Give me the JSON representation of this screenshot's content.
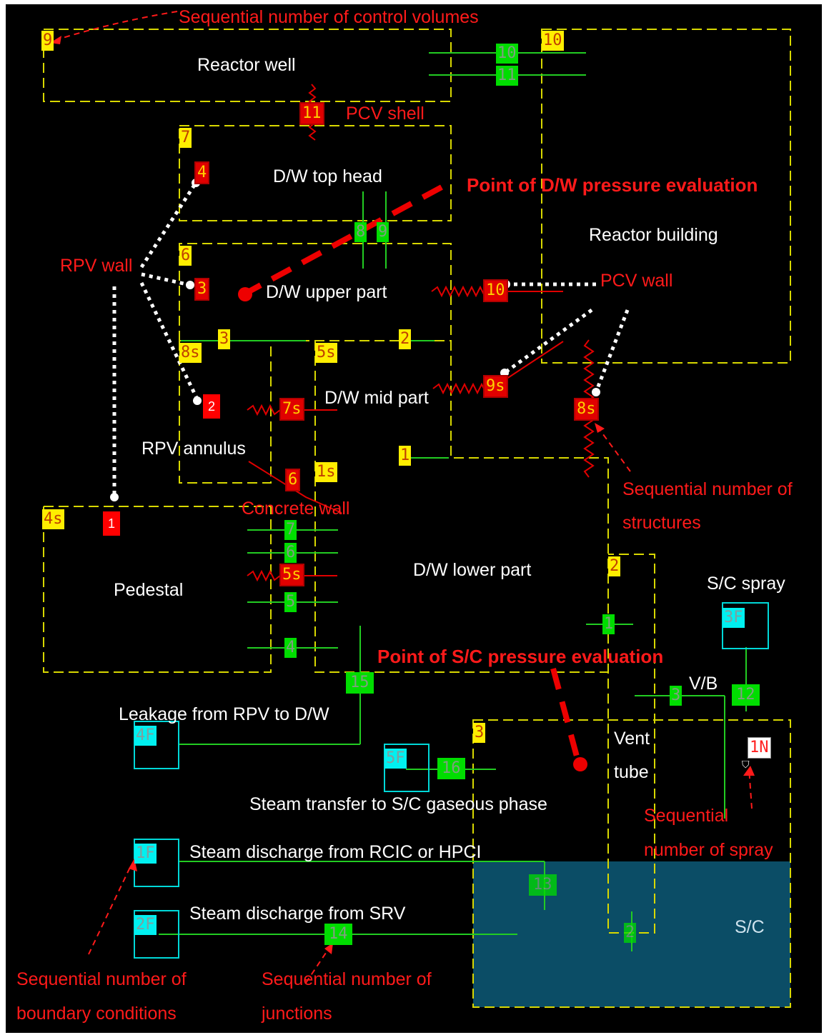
{
  "annotations": {
    "seq_control_volumes": "Sequential number of control volumes",
    "pcv_shell": "PCV shell",
    "dw_pressure_point": "Point of D/W pressure evaluation",
    "sc_pressure_point": "Point of S/C pressure evaluation",
    "rpv_wall": "RPV wall",
    "pcv_wall": "PCV wall",
    "concrete_wall": "Concrete wall",
    "seq_structures_1": "Sequential number of",
    "seq_structures_2": "structures",
    "seq_spray_1": "Sequential",
    "seq_spray_2": "number of spray",
    "seq_bc_1": "Sequential number of",
    "seq_bc_2": "boundary conditions",
    "seq_junctions_1": "Sequential number of",
    "seq_junctions_2": "junctions"
  },
  "regions": {
    "reactor_well": "Reactor well",
    "dw_top_head": "D/W top head",
    "reactor_building": "Reactor building",
    "dw_upper_part": "D/W upper part",
    "dw_mid_part": "D/W mid part",
    "rpv_annulus": "RPV annulus",
    "dw_lower_part": "D/W lower part",
    "pedestal": "Pedestal",
    "sc_spray": "S/C spray",
    "vb": "V/B",
    "vent_tube_1": "Vent",
    "vent_tube_2": "tube",
    "sc": "S/C"
  },
  "flows": {
    "leakage": "Leakage from RPV to D/W",
    "steam_transfer": "Steam transfer to S/C gaseous phase",
    "rcic_hpci": "Steam discharge from RCIC or HPCI",
    "srv": "Steam discharge from SRV"
  },
  "control_volumes": [
    "9",
    "10",
    "7",
    "6",
    "8s",
    "5s",
    "4s",
    "1s",
    "2",
    "3"
  ],
  "junctions": [
    "10",
    "11",
    "8",
    "9",
    "3",
    "2",
    "1",
    "7",
    "6",
    "5",
    "4",
    "15",
    "1",
    "3",
    "12",
    "16",
    "13",
    "14",
    "2"
  ],
  "structures": [
    "11",
    "4",
    "3",
    "10",
    "9s",
    "7s",
    "8s",
    "6",
    "5s"
  ],
  "rpv_wall_nodes": [
    "2",
    "1"
  ],
  "boundary_conditions": [
    "3F",
    "4F",
    "5F",
    "1F",
    "2F"
  ],
  "spray": [
    "1N"
  ],
  "colors": {
    "background": "#000000",
    "volume_border": "#d8d800",
    "control_volume_tag": "#ffee00",
    "junction_tag": "#00dd00",
    "structure_tag": "#e00000",
    "boundary_tag": "#00f0f0",
    "annotation": "#ff1a1a",
    "suppression_pool": "#0b4d66"
  }
}
